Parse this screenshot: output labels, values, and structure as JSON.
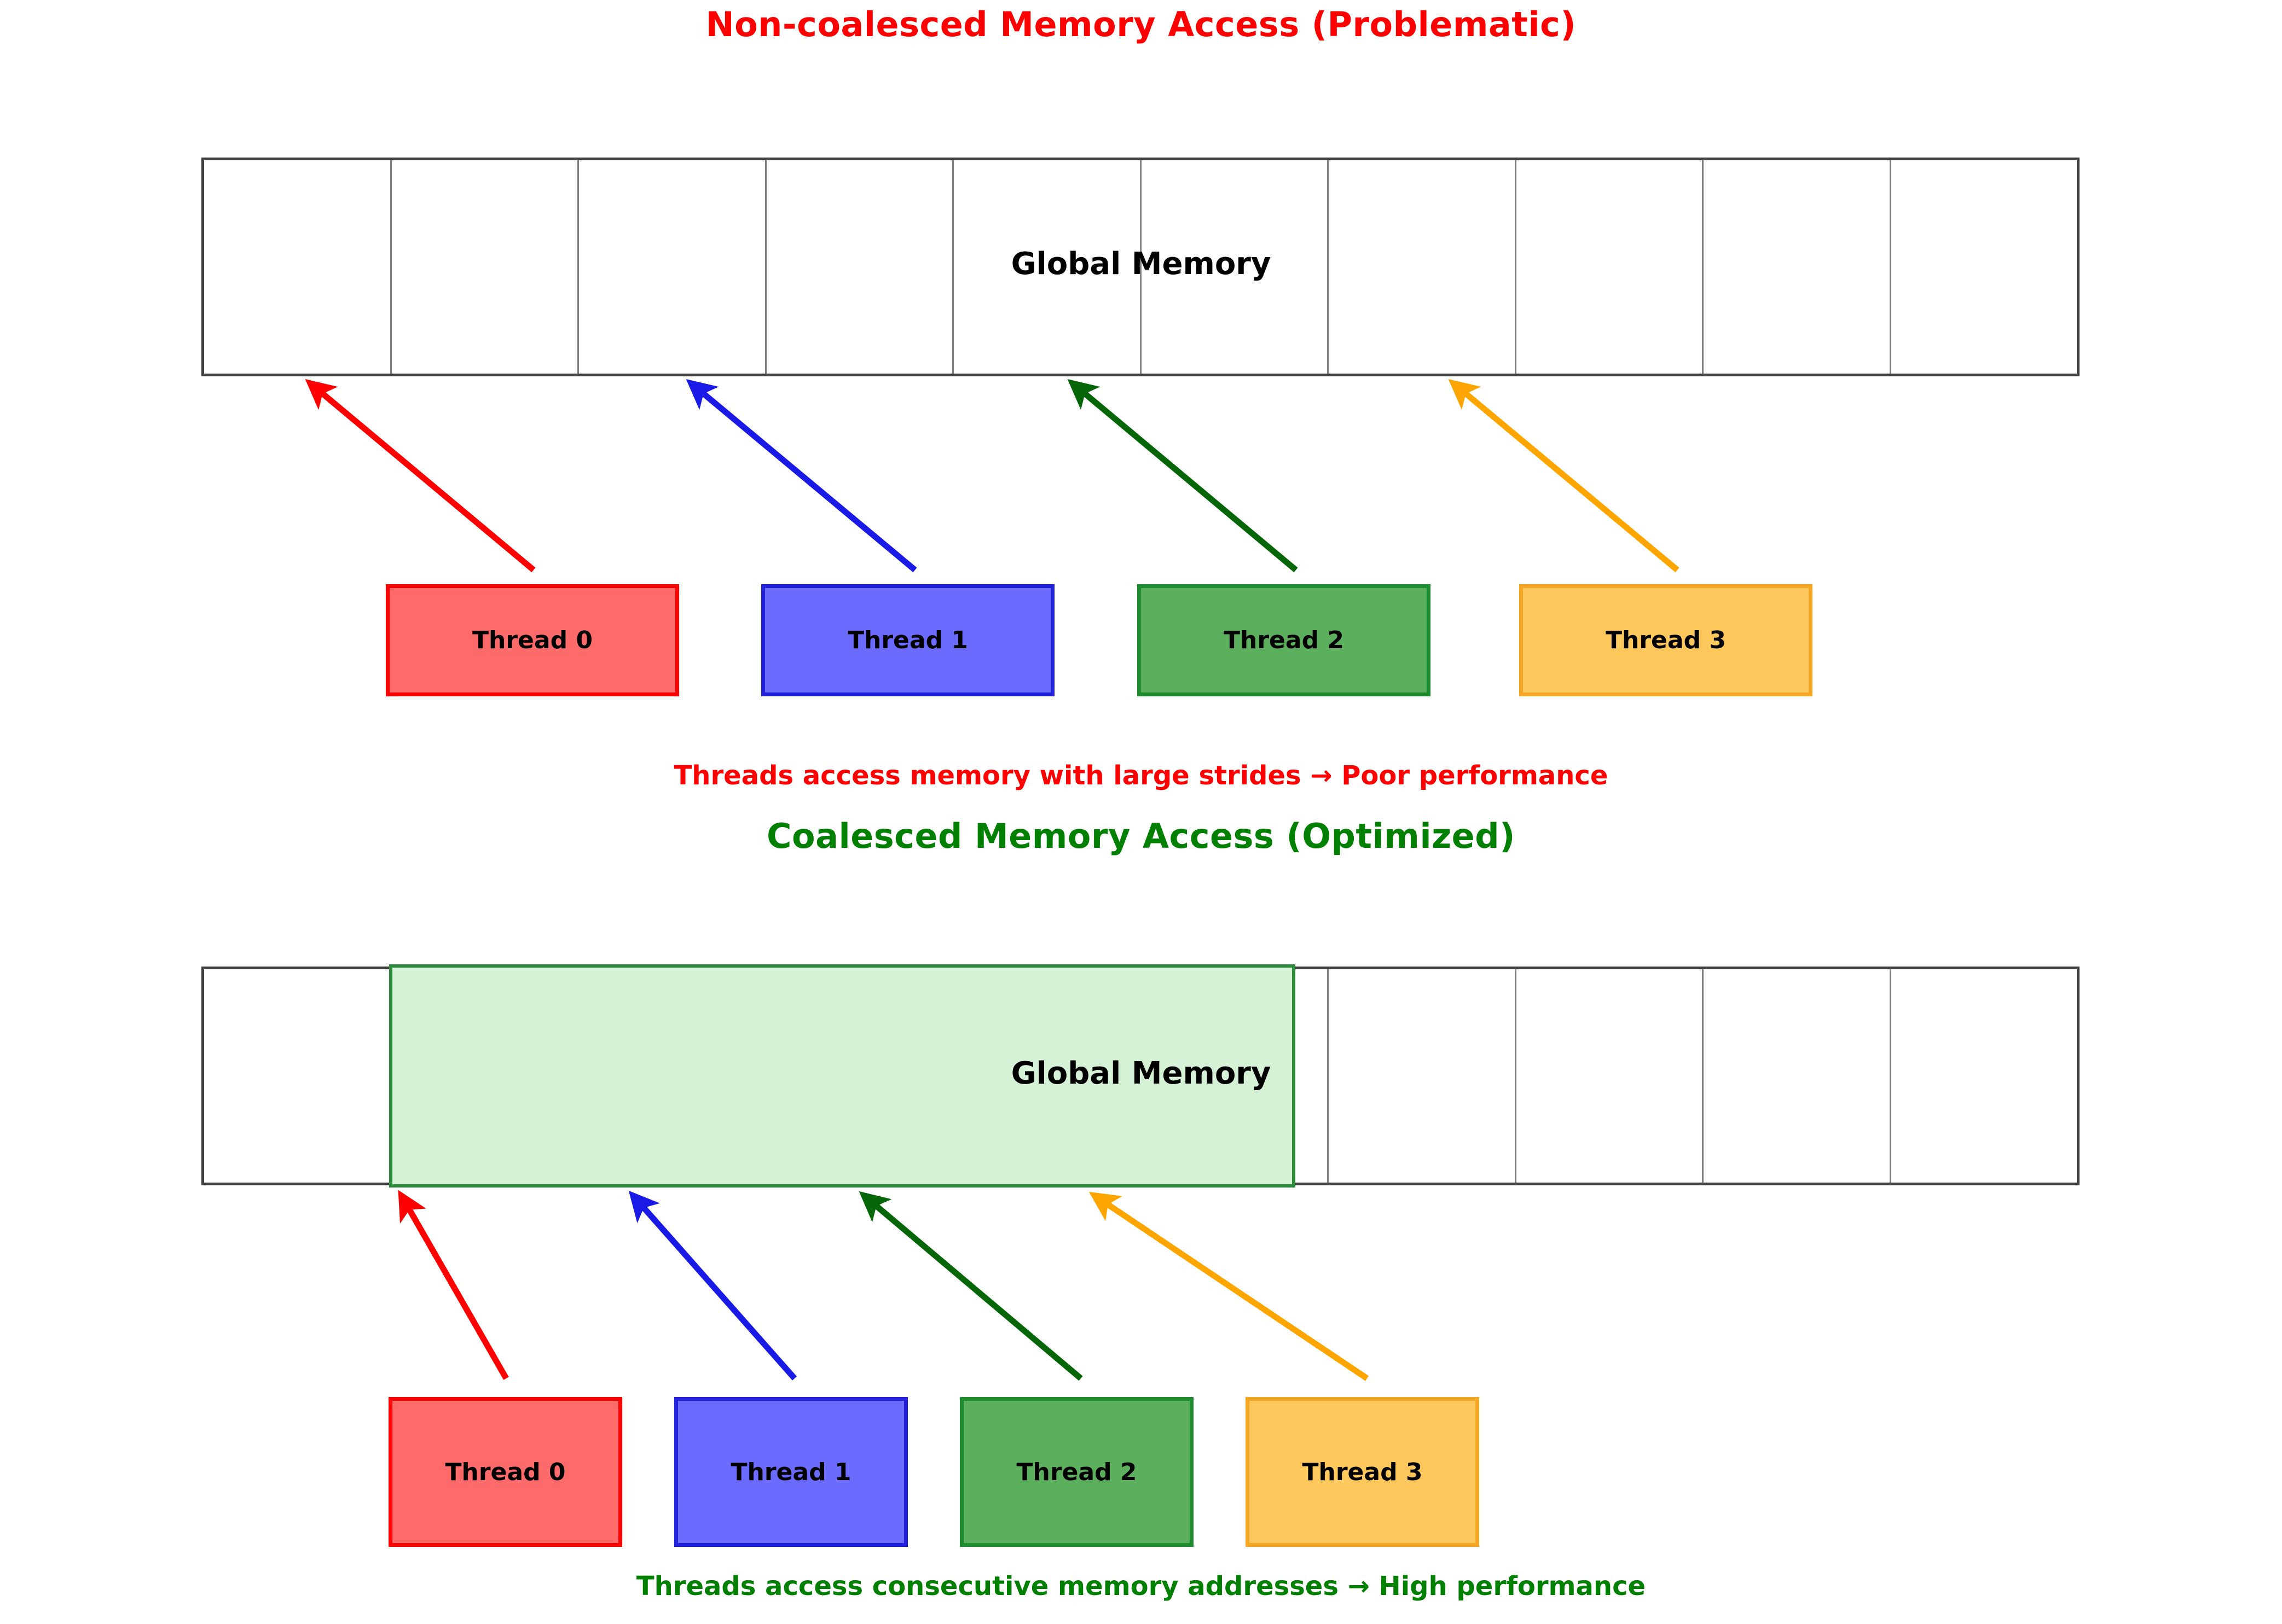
{
  "sections": {
    "top": {
      "title": "Non-coalesced Memory Access (Problematic)",
      "title_color": "#FF0000",
      "memory_label": "Global Memory",
      "memory_cells": 10,
      "caption": "Threads access memory with large strides → Poor performance",
      "caption_color": "#FF0000",
      "threads": [
        {
          "label": "Thread 0",
          "fill": "#FF6B6B",
          "stroke": "#FF0000"
        },
        {
          "label": "Thread 1",
          "fill": "#6B6BFF",
          "stroke": "#2222DD"
        },
        {
          "label": "Thread 2",
          "fill": "#5CAF5C",
          "stroke": "#1E8B2E"
        },
        {
          "label": "Thread 3",
          "fill": "#FFC85C",
          "stroke": "#F5A623"
        }
      ],
      "arrows": [
        {
          "color": "#FF0000",
          "name": "arrow-thread-0"
        },
        {
          "color": "#1A1AE6",
          "name": "arrow-thread-1"
        },
        {
          "color": "#056608",
          "name": "arrow-thread-2"
        },
        {
          "color": "#FFA500",
          "name": "arrow-thread-3"
        }
      ]
    },
    "bottom": {
      "title": "Coalesced Memory Access (Optimized)",
      "title_color": "#008000",
      "memory_label": "Global Memory",
      "memory_cells": 10,
      "highlight_fill": "#D6F2D6",
      "highlight_stroke": "#2D8C3C",
      "caption": "Threads access consecutive memory addresses → High performance",
      "caption_color": "#008000",
      "threads": [
        {
          "label": "Thread 0",
          "fill": "#FF6B6B",
          "stroke": "#FF0000"
        },
        {
          "label": "Thread 1",
          "fill": "#6B6BFF",
          "stroke": "#2222DD"
        },
        {
          "label": "Thread 2",
          "fill": "#5CAF5C",
          "stroke": "#1E8B2E"
        },
        {
          "label": "Thread 3",
          "fill": "#FFC85C",
          "stroke": "#F5A623"
        }
      ],
      "arrows": [
        {
          "color": "#FF0000",
          "name": "arrow-thread-0"
        },
        {
          "color": "#1A1AE6",
          "name": "arrow-thread-1"
        },
        {
          "color": "#056608",
          "name": "arrow-thread-2"
        },
        {
          "color": "#FFA500",
          "name": "arrow-thread-3"
        }
      ]
    }
  }
}
